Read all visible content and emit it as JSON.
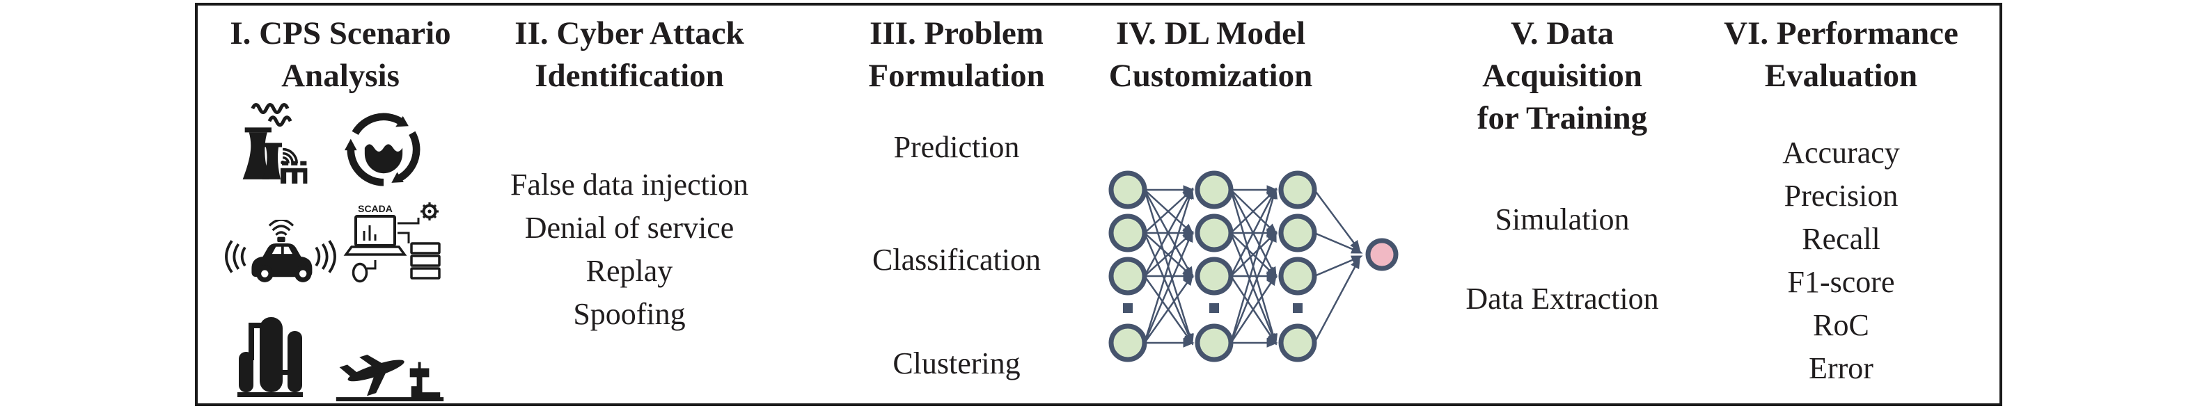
{
  "figure": {
    "background": "#ffffff",
    "border_color": "#1a1a1a",
    "ink_color": "#1b1b1b",
    "columns": [
      {
        "id": "cps-scenario-analysis",
        "title": "I. CPS Scenario\nAnalysis",
        "icons": [
          "nuclear-power-plant",
          "water-treatment-cycle",
          "autonomous-vehicle",
          "scada-system",
          "chemical-plant-tanks",
          "airport-airplane"
        ],
        "scada_label": "SCADA"
      },
      {
        "id": "cyber-attack-identification",
        "title": "II. Cyber Attack\nIdentification",
        "items": [
          "False data injection",
          "Denial of service",
          "Replay",
          "Spoofing"
        ]
      },
      {
        "id": "problem-formulation",
        "title": "III. Problem\nFormulation",
        "items": [
          "Prediction",
          "Classification",
          "Clustering"
        ]
      },
      {
        "id": "dl-model-customization",
        "title": "IV. DL Model\nCustomization",
        "network": {
          "hidden_layers": 3,
          "nodes_per_layer": 4,
          "output_nodes": 1,
          "node_fill": "#d6e7c8",
          "node_stroke": "#46546d",
          "edge_color": "#46546d",
          "output_fill": "#f1b9c4"
        }
      },
      {
        "id": "data-acquisition-for-training",
        "title": "V. Data\nAcquisition\nfor Training",
        "items": [
          "Simulation",
          "Data Extraction"
        ]
      },
      {
        "id": "performance-evaluation",
        "title": "VI. Performance\nEvaluation",
        "items": [
          "Accuracy",
          "Precision",
          "Recall",
          "F1-score",
          "RoC",
          "Error"
        ]
      }
    ]
  }
}
